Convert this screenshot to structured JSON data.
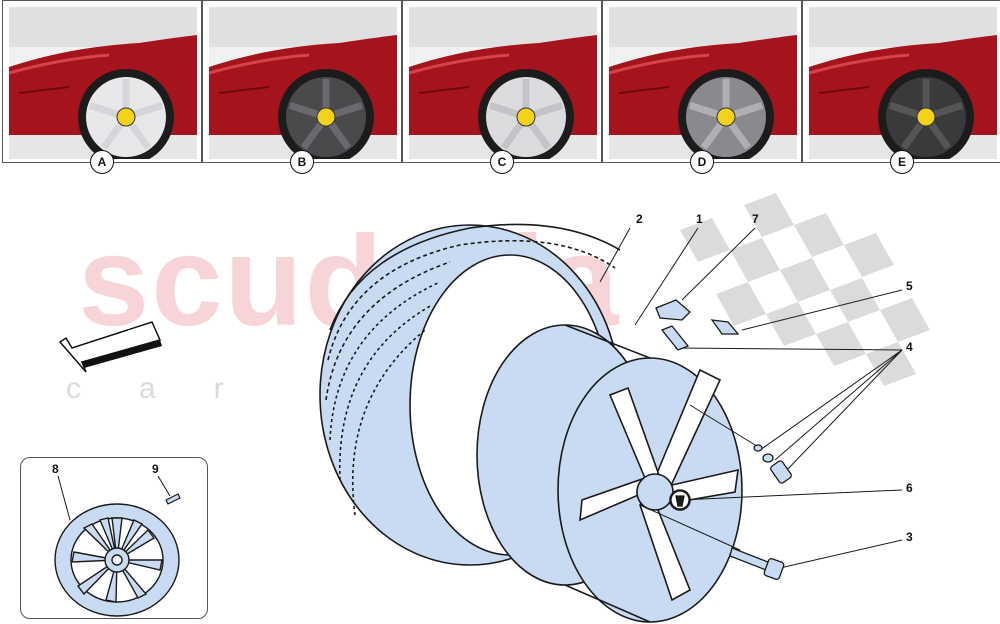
{
  "variants": [
    {
      "label": "A",
      "rim": "#e8e8ea",
      "spoke": "#d6d6da"
    },
    {
      "label": "B",
      "rim": "#4a4a4c",
      "spoke": "#6a6a6e"
    },
    {
      "label": "C",
      "rim": "#dcdcdf",
      "spoke": "#c4c4c8"
    },
    {
      "label": "D",
      "rim": "#8a8a8e",
      "spoke": "#b0b0b4"
    },
    {
      "label": "E",
      "rim": "#3a3a3c",
      "spoke": "#555558"
    }
  ],
  "watermark": {
    "main": "scuderia",
    "sub": "car parts"
  },
  "callouts": {
    "c1": "1",
    "c2": "2",
    "c3": "3",
    "c4": "4",
    "c5": "5",
    "c6": "6",
    "c7": "7",
    "c8": "8",
    "c9": "9"
  },
  "colors": {
    "part_fill": "#c8dbf2",
    "car_red": "#a5141c",
    "outline": "#1a1a1a"
  }
}
